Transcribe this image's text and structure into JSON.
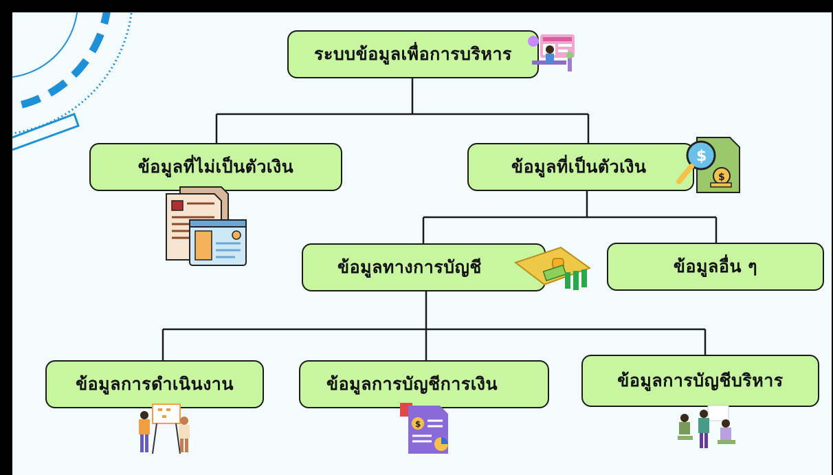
{
  "nodes": {
    "root": "ระบบข้อมูลเพื่อการบริหาร",
    "non_monetary": "ข้อมูลที่ไม่เป็นตัวเงิน",
    "monetary": "ข้อมูลที่เป็นตัวเงิน",
    "accounting": "ข้อมูลทางการบัญชี",
    "other": "ข้อมูลอื่น ๆ",
    "operations": "ข้อมูลการดำเนินงาน",
    "financial_accounting": "ข้อมูลการบัญชีการเงิน",
    "management_accounting": "ข้อมูลการบัญชีบริหาร"
  },
  "colors": {
    "node_fill": "#c8f5a0",
    "line": "#1a1a1a",
    "background": "#f4fbfd",
    "accent": "#1e90d8"
  },
  "icons": [
    "workstation-icon",
    "documents-icon",
    "money-magnifier-icon",
    "money-pad-icon",
    "presentation-people-icon",
    "finance-report-icon",
    "meeting-people-icon"
  ]
}
